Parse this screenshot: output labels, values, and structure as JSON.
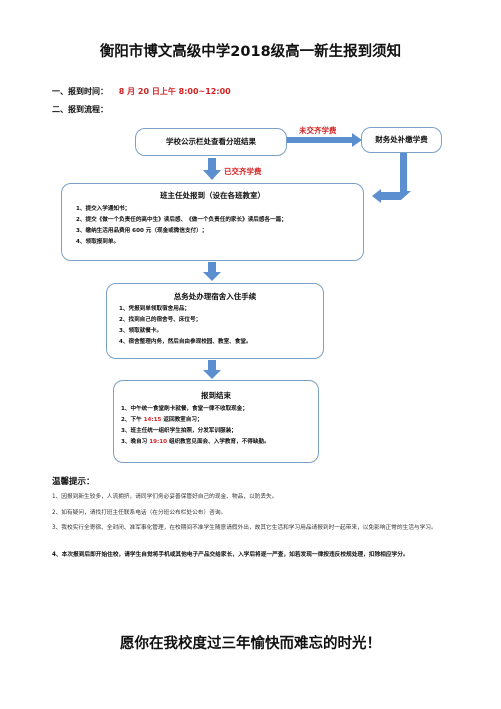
{
  "title": "衡阳市博文高级中学2018级高一新生报到须知",
  "section1": {
    "label": "一、报到时间：",
    "value": "8 月 20 日上午 8:00~12:00"
  },
  "section2": {
    "label": "二、报到流程："
  },
  "flow": {
    "start_box": "学校公示栏处查看分班结果",
    "finance_box": "财务处补缴学费",
    "unpaid_label": "未交齐学费",
    "paid_label": "已交齐学费",
    "teacher_box": {
      "title": "班主任处报到（设在各班教室）",
      "items": [
        "1、提交入学通知书；",
        "2、提交《做一个负责任的高中生》读后感、《做一个负责任的家长》读后感各一篇；",
        "3、缴纳生活用品费用 600 元（现金或微信支付）；",
        "4、领取报到单。"
      ]
    },
    "dorm_box": {
      "title": "总务处办理宿舍入住手续",
      "items": [
        "1、凭报到单领取宿舍用品；",
        "2、找到自己的宿舍号、床位号；",
        "3、领取就餐卡。",
        "4、宿舍整理内务，然后自由参观校园、教室、食堂。"
      ]
    },
    "end_box": {
      "title": "报到结束",
      "items": [
        {
          "pre": "1、中午统一食堂刷卡就餐，食堂一律不收取现金；",
          "red": "",
          "post": ""
        },
        {
          "pre": "2、下午 ",
          "red": "14:15",
          "post": " 返回教室自习；"
        },
        {
          "pre": "3、班主任统一组织学生拍照，分发军训服装；",
          "red": "",
          "post": ""
        },
        {
          "pre": "3、晚自习 ",
          "red": "19:10",
          "post": " 组织教官见面会、入学教育，不得缺勤。"
        }
      ]
    }
  },
  "tips": {
    "title": "温馨提示：",
    "items": [
      "1、因报到新生较多，人流拥挤，请同学们务必妥善保管好自己的现金、物品，以防丢失。",
      "2、如有疑问，请找打班主任联系电话（在分班公布栏处公布）咨询。",
      "3、我校实行全寄宿、全封闭、准军事化管理，在校期间不准学生随意请假外出，故其它生活和学习用品请报到时一起带来，以免影响正常的生活与学习。",
      "4、本次报到后即开始住校，请学生自觉将手机或其他电子产品交给家长，入学后将逐一严查，如若发现一律按违反校规处理，扣除相应学分。"
    ]
  },
  "footer": "愿你在我校度过三年愉快而难忘的时光！",
  "colors": {
    "box_border": "#7aa0c8",
    "arrow": "#5b8fd0",
    "accent_red": "#d32222"
  }
}
